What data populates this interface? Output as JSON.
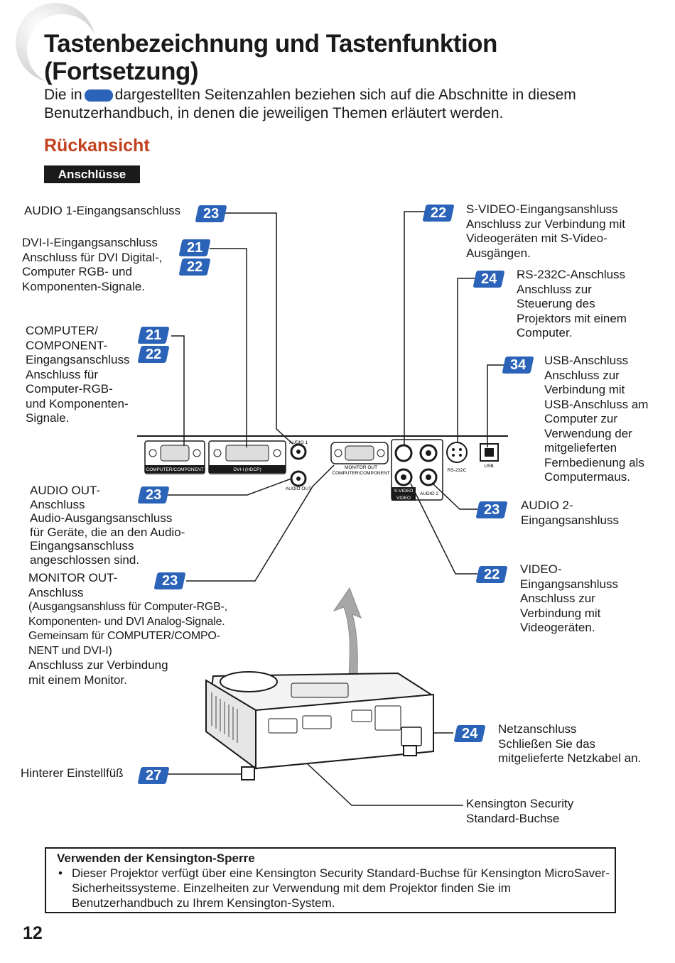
{
  "header": {
    "title_line1": "Tastenbezeichnung und Tastenfunktion",
    "title_line2": "(Fortsetzung)",
    "intro_before": "Die in",
    "intro_after": "dargestellten Seitenzahlen beziehen sich auf die Abschnitte in diesem Benutzerhandbuch, in denen die jeweiligen Themen erläutert werden."
  },
  "section_title": "Rückansicht",
  "subheading": "Anschlüsse",
  "callouts": {
    "audio1": {
      "title": "AUDIO 1-Eingangsanschluss",
      "pages": [
        "23"
      ]
    },
    "dvi": {
      "title": "DVI-I-Eingangsanschluss",
      "desc": [
        "Anschluss für DVI Digital-,",
        "Computer RGB- und",
        "Komponenten-Signale."
      ],
      "pages": [
        "21",
        "22"
      ]
    },
    "computer": {
      "title": [
        "COMPUTER/",
        "COMPONENT-",
        "Eingangsanschluss"
      ],
      "desc": [
        "Anschluss für",
        "Computer-RGB-",
        "und Komponenten-",
        "Signale."
      ],
      "pages": [
        "21",
        "22"
      ]
    },
    "audio_out": {
      "title": [
        "AUDIO OUT-",
        "Anschluss"
      ],
      "desc": [
        "Audio-Ausgangsanschluss",
        "für Geräte, die an den Audio-",
        "Eingangsanschluss",
        "angeschlossen sind."
      ],
      "pages": [
        "23"
      ]
    },
    "monitor_out": {
      "title": [
        "MONITOR OUT-",
        "Anschluss"
      ],
      "bold_desc": [
        "(Ausgangsanshluss für Computer-RGB-,",
        "Komponenten- und DVI Analog-Signale.",
        "Gemeinsam für COMPUTER/COMPO-",
        "NENT und DVI-I)"
      ],
      "desc": [
        "Anschluss zur Verbindung",
        "mit einem Monitor."
      ],
      "pages": [
        "23"
      ]
    },
    "svideo": {
      "title": "S-VIDEO-Eingangsanshluss",
      "desc": [
        "Anschluss zur Verbindung mit",
        "Videogeräten mit S-Video-",
        "Ausgängen."
      ],
      "pages": [
        "22"
      ]
    },
    "rs232c": {
      "title": "RS-232C-Anschluss",
      "desc": [
        "Anschluss zur",
        "Steuerung des",
        "Projektors mit einem",
        "Computer."
      ],
      "pages": [
        "24"
      ]
    },
    "usb": {
      "title": "USB-Anschluss",
      "desc": [
        "Anschluss zur",
        "Verbindung mit",
        "USB-Anschluss am",
        "Computer zur",
        "Verwendung der",
        "mitgelieferten",
        "Fernbedienung als",
        "Computermaus."
      ],
      "pages": [
        "34"
      ]
    },
    "audio2": {
      "title": [
        "AUDIO 2-",
        "Eingangsanshluss"
      ],
      "pages": [
        "23"
      ]
    },
    "video": {
      "title": [
        "VIDEO-",
        "Eingangsanshluss"
      ],
      "desc": [
        "Anschluss zur",
        "Verbindung mit",
        "Videogeräten."
      ],
      "pages": [
        "22"
      ]
    },
    "power": {
      "title": "Netzanschluss",
      "desc": [
        "Schließen Sie das",
        "mitgelieferte Netzkabel an."
      ],
      "pages": [
        "24"
      ]
    },
    "foot": {
      "title": "Hinterer Einstellfüß",
      "pages": [
        "27"
      ]
    },
    "kensington": {
      "title": [
        "Kensington Security",
        "Standard-Buchse"
      ]
    }
  },
  "panel_labels": {
    "computer_component": "COMPUTER/COMPONENT",
    "dvi": "DVI-I (HDCP)",
    "audio1": "AUDIO 1",
    "audio_out": "AUDIO OUT",
    "monitor_out_1": "MONITOR OUT",
    "monitor_out_2": "COMPUTER/COMPONENT",
    "svideo": "S-VIDEO",
    "video": "VIDEO",
    "audio2": "AUDIO 2",
    "rs232c": "RS-232C",
    "usb": "USB"
  },
  "note": {
    "title": "Verwenden der Kensington-Sperre",
    "bullet": "•",
    "text": "Dieser Projektor verfügt über eine Kensington Security Standard-Buchse für Kensington MicroSaver-Sicherheitssysteme. Einzelheiten zur Verwendung mit dem Projektor finden Sie im Benutzerhandbuch zu Ihrem Kensington-System."
  },
  "page_number": "12",
  "colors": {
    "badge": "#2b63b8",
    "section": "#c2411e",
    "text": "#1a1a1a"
  }
}
